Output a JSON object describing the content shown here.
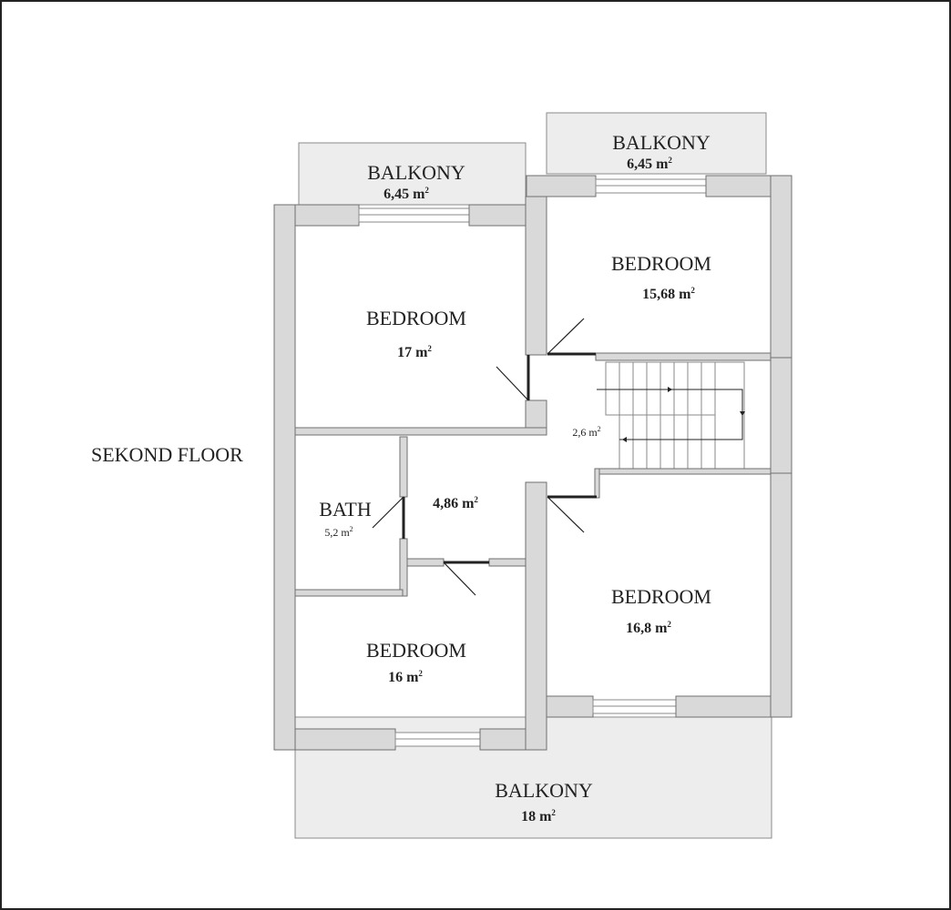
{
  "floor_label": "SEKOND FLOOR",
  "rooms": {
    "balcony_top_left": {
      "name": "BALKONY",
      "area": "6,45 m",
      "unit_sup": "2"
    },
    "balcony_top_right": {
      "name": "BALKONY",
      "area": "6,45 m",
      "unit_sup": "2"
    },
    "bedroom_top_left": {
      "name": "BEDROOM",
      "area": "17 m",
      "unit_sup": "2"
    },
    "bedroom_top_right": {
      "name": "BEDROOM",
      "area": "15,68 m",
      "unit_sup": "2"
    },
    "stair_hall": {
      "area": "2,6 m",
      "unit_sup": "2"
    },
    "corridor": {
      "area": "4,86 m",
      "unit_sup": "2"
    },
    "bath": {
      "name": "BATH",
      "area": "5,2 m",
      "unit_sup": "2"
    },
    "bedroom_bottom_right": {
      "name": "BEDROOM",
      "area": "16,8 m",
      "unit_sup": "2"
    },
    "bedroom_bottom_left": {
      "name": "BEDROOM",
      "area": "16 m",
      "unit_sup": "2"
    },
    "balcony_bottom": {
      "name": "BALKONY",
      "area": "18 m",
      "unit_sup": "2"
    }
  }
}
